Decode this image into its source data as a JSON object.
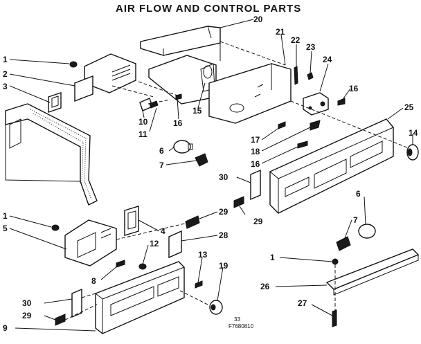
{
  "title": "AIR FLOW AND CONTROL PARTS",
  "footer": {
    "code_a": "33",
    "code_b": "F7680810"
  },
  "callouts": [
    "1",
    "2",
    "3",
    "20",
    "21",
    "22",
    "23",
    "24",
    "15",
    "16",
    "16",
    "10",
    "11",
    "6",
    "7",
    "17",
    "18",
    "16",
    "25",
    "14",
    "30",
    "29",
    "29",
    "1",
    "5",
    "4",
    "28",
    "12",
    "8",
    "13",
    "19",
    "6",
    "7",
    "1",
    "26",
    "27",
    "30",
    "29",
    "9"
  ]
}
